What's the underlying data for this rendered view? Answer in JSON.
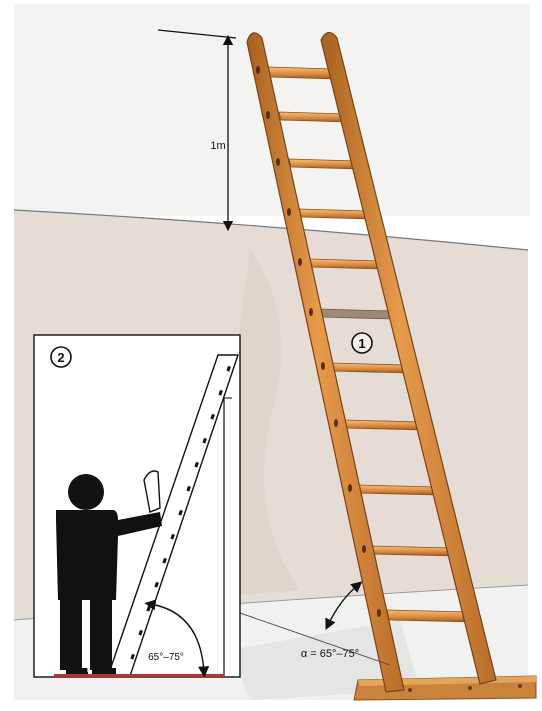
{
  "height_marker": {
    "label": "1m"
  },
  "main_ladder": {
    "badge": "1",
    "angle_label": "α = 65°–75°"
  },
  "inset": {
    "badge": "2",
    "angle_label": "65°–75°"
  },
  "colors": {
    "wall_upper": "#f2f2f0",
    "wall_lower": "#e4ddd6",
    "floor": "#f1f1ef",
    "wood": "#d58a3e",
    "wood_dark": "#9a5a22",
    "wood_light": "#eeb56a",
    "black": "#111111",
    "red_floor": "#b8342c"
  }
}
